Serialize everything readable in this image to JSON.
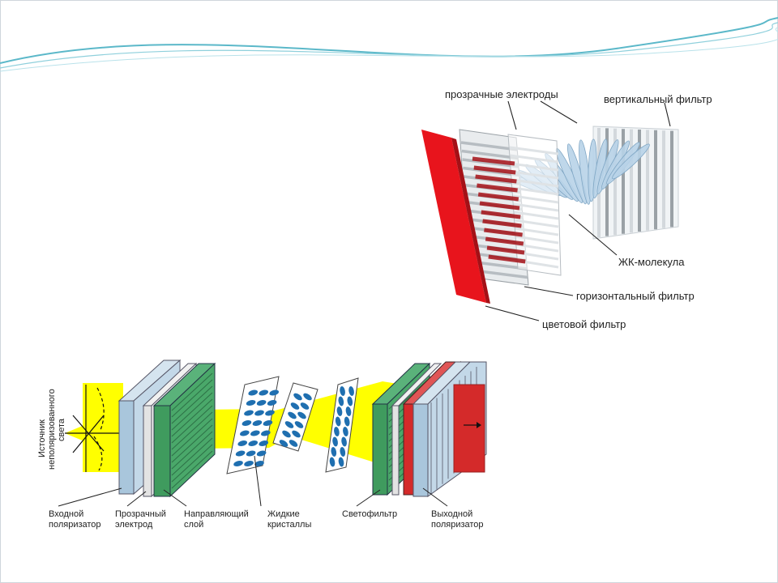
{
  "top_diagram": {
    "labels": {
      "transparent_electrodes": "прозрачные электроды",
      "vertical_filter": "вертикальный фильтр",
      "lc_molecule": "ЖК-молекула",
      "horizontal_filter": "горизонтальный фильтр",
      "color_filter": "цветовой фильтр"
    },
    "colors": {
      "red": "#e8141c",
      "dark_red": "#a51016",
      "molecule": "#b8d3e8"
    }
  },
  "bottom_diagram": {
    "source_label": [
      "Источник",
      "неполяризованного",
      "света"
    ],
    "labels": {
      "input_polarizer": [
        "Входной",
        "поляризатор"
      ],
      "transparent_electrode": [
        "Прозрачный",
        "электрод"
      ],
      "alignment_layer": [
        "Направляющий",
        "слой"
      ],
      "liquid_crystals": [
        "Жидкие",
        "кристаллы"
      ],
      "color_filter": "Светофильтр",
      "output_polarizer": [
        "Выходной",
        "поляризатор"
      ]
    },
    "colors": {
      "light": "#ffff00",
      "polarizer": "#a9c6dc",
      "green": "#3f9b5e",
      "red": "#d42a2a",
      "crystal": "#1f6fb0"
    }
  }
}
